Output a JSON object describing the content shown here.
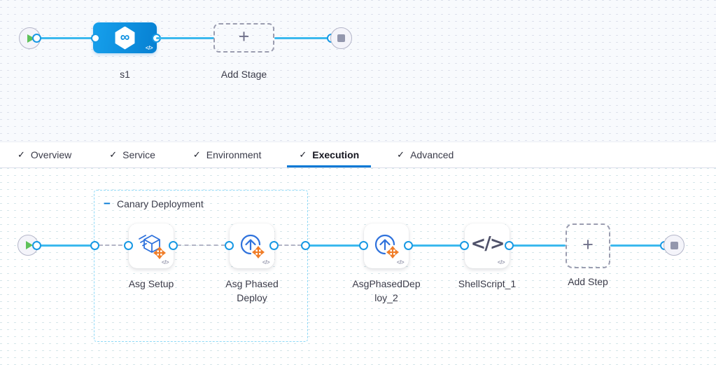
{
  "glyphs": {
    "check": "✓",
    "plus": "+",
    "minus": "−",
    "infinity": "∞",
    "code_badge": "</>",
    "shell_icon": "</>"
  },
  "colors": {
    "accent_blue": "#0278d5",
    "connector_blue": "#3cb9ee",
    "port_ring_blue": "#1899e4",
    "stage_node_blue": "#0b8fe0",
    "group_border_blue": "#8ed9f8",
    "icon_stroke_blue": "#2f72dc",
    "icon_orange": "#f07d28",
    "play_green": "#5ec15a",
    "stop_gray": "#9397ad",
    "label_dark": "#3a3b49"
  },
  "stage_canvas": {
    "stage": {
      "label": "s1"
    },
    "add_stage": {
      "label": "Add Stage"
    }
  },
  "tabs": {
    "items": [
      {
        "label": "Overview",
        "checked": true,
        "active": false
      },
      {
        "label": "Service",
        "checked": true,
        "active": false
      },
      {
        "label": "Environment",
        "checked": true,
        "active": false
      },
      {
        "label": "Execution",
        "checked": true,
        "active": true
      },
      {
        "label": "Advanced",
        "checked": true,
        "active": false
      }
    ]
  },
  "execution_canvas": {
    "group": {
      "label": "Canary Deployment"
    },
    "steps": [
      {
        "label": "Asg Setup",
        "icon": "asg-setup-icon"
      },
      {
        "label": "Asg Phased Deploy",
        "icon": "asg-phased-deploy-icon"
      },
      {
        "label": "AsgPhasedDeploy_2",
        "icon": "asg-phased-deploy-icon"
      },
      {
        "label": "ShellScript_1",
        "icon": "shell-script-icon"
      }
    ],
    "add_step": {
      "label": "Add Step"
    }
  }
}
